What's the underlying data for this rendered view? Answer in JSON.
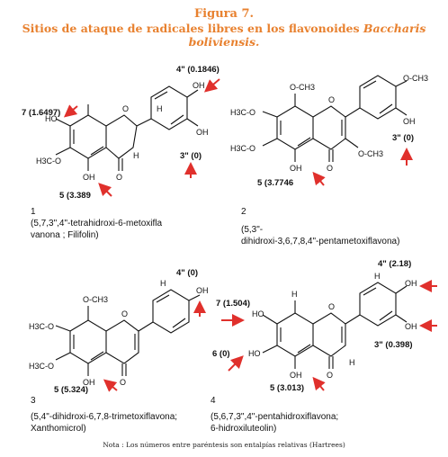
{
  "caption": {
    "figure_number": "Figura 7.",
    "title_prefix": "Sitios de ataque de radicales libres en los flavonoides",
    "title_species": "Baccharis boliviensis."
  },
  "compounds": [
    {
      "number": "1",
      "name_line1": "(5,7,3\",4\"-tetrahidroxi-6-metoxifla",
      "name_line2": "vanona ; Filifolin)",
      "labels": {
        "pos4": "4\" (0.1846)",
        "pos7": "7 (1.6497)",
        "pos3": "3\" (0)",
        "pos5": "5 (3.389"
      }
    },
    {
      "number": "2",
      "name_line1": "(5,3\"-",
      "name_line2": "dihidroxi-3,6,7,8,4\"-pentametoxiflavona)",
      "labels": {
        "pos3": "3\" (0)",
        "pos5": "5 (3.7746"
      }
    },
    {
      "number": "3",
      "name_line1": "(5,4\"-dihidroxi-6,7,8-trimetoxiflavona;",
      "name_line2": "Xanthomicrol)",
      "labels": {
        "pos4": "4\" (0)",
        "pos5": "5 (5.324)"
      }
    },
    {
      "number": "4",
      "name_line1": "(5,6,7,3\",4\"-pentahidroxiflavona;",
      "name_line2": "6-hidroxiluteolin)",
      "labels": {
        "pos4": "4\" (2.18)",
        "pos7": "7 (1.504)",
        "pos6": "6 (0)",
        "pos3": "3\" (0.398)",
        "pos5": "5 (3.013)"
      }
    }
  ],
  "atoms": {
    "H": "H",
    "O": "O",
    "OH": "OH",
    "HO": "HO",
    "H3C": "H3C",
    "CH3": "CH3",
    "OCH3": "O-CH3",
    "H3CO": "H3C-O"
  },
  "note": "Nota : Los números entre paréntesis son entalpías relativas (Hartrees)",
  "colors": {
    "caption": "#e8812f",
    "arrow": "#e0302c"
  }
}
